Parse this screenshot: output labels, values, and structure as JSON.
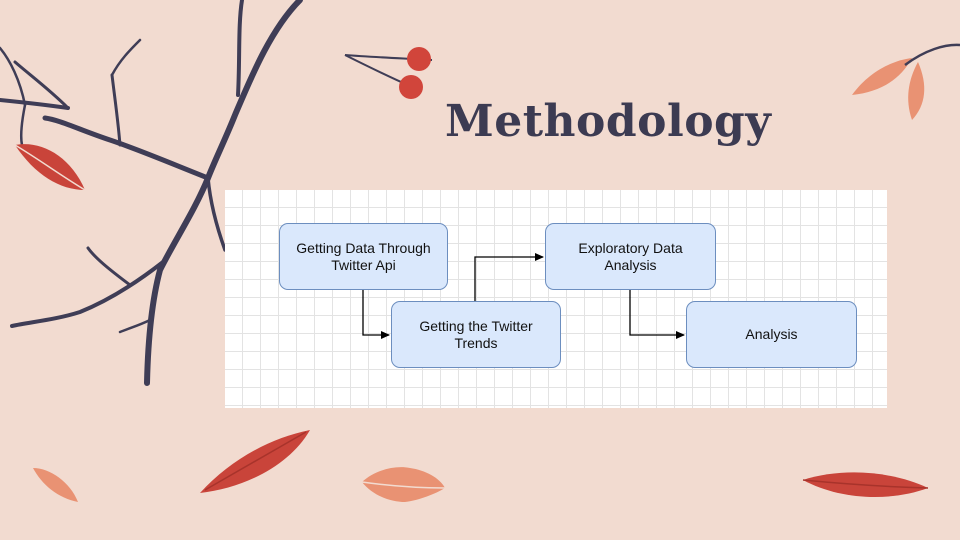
{
  "slide": {
    "title": "Methodology",
    "background_color": "#f2dbd0",
    "title_color": "#3c3b52",
    "decorations": [
      "tree-branch",
      "red-berries",
      "autumn-leaves"
    ]
  },
  "diagram": {
    "grid": true,
    "node_fill": "#dae8fc",
    "node_stroke": "#6c8ebf",
    "nodes": [
      {
        "id": "n1",
        "label": "Getting Data Through\nTwitter Api"
      },
      {
        "id": "n2",
        "label": "Getting the Twitter\nTrends"
      },
      {
        "id": "n3",
        "label": "Exploratory Data\nAnalysis"
      },
      {
        "id": "n4",
        "label": "Analysis"
      }
    ],
    "edges": [
      {
        "from": "n1",
        "to": "n2"
      },
      {
        "from": "n2",
        "to": "n3"
      },
      {
        "from": "n3",
        "to": "n4"
      }
    ]
  }
}
